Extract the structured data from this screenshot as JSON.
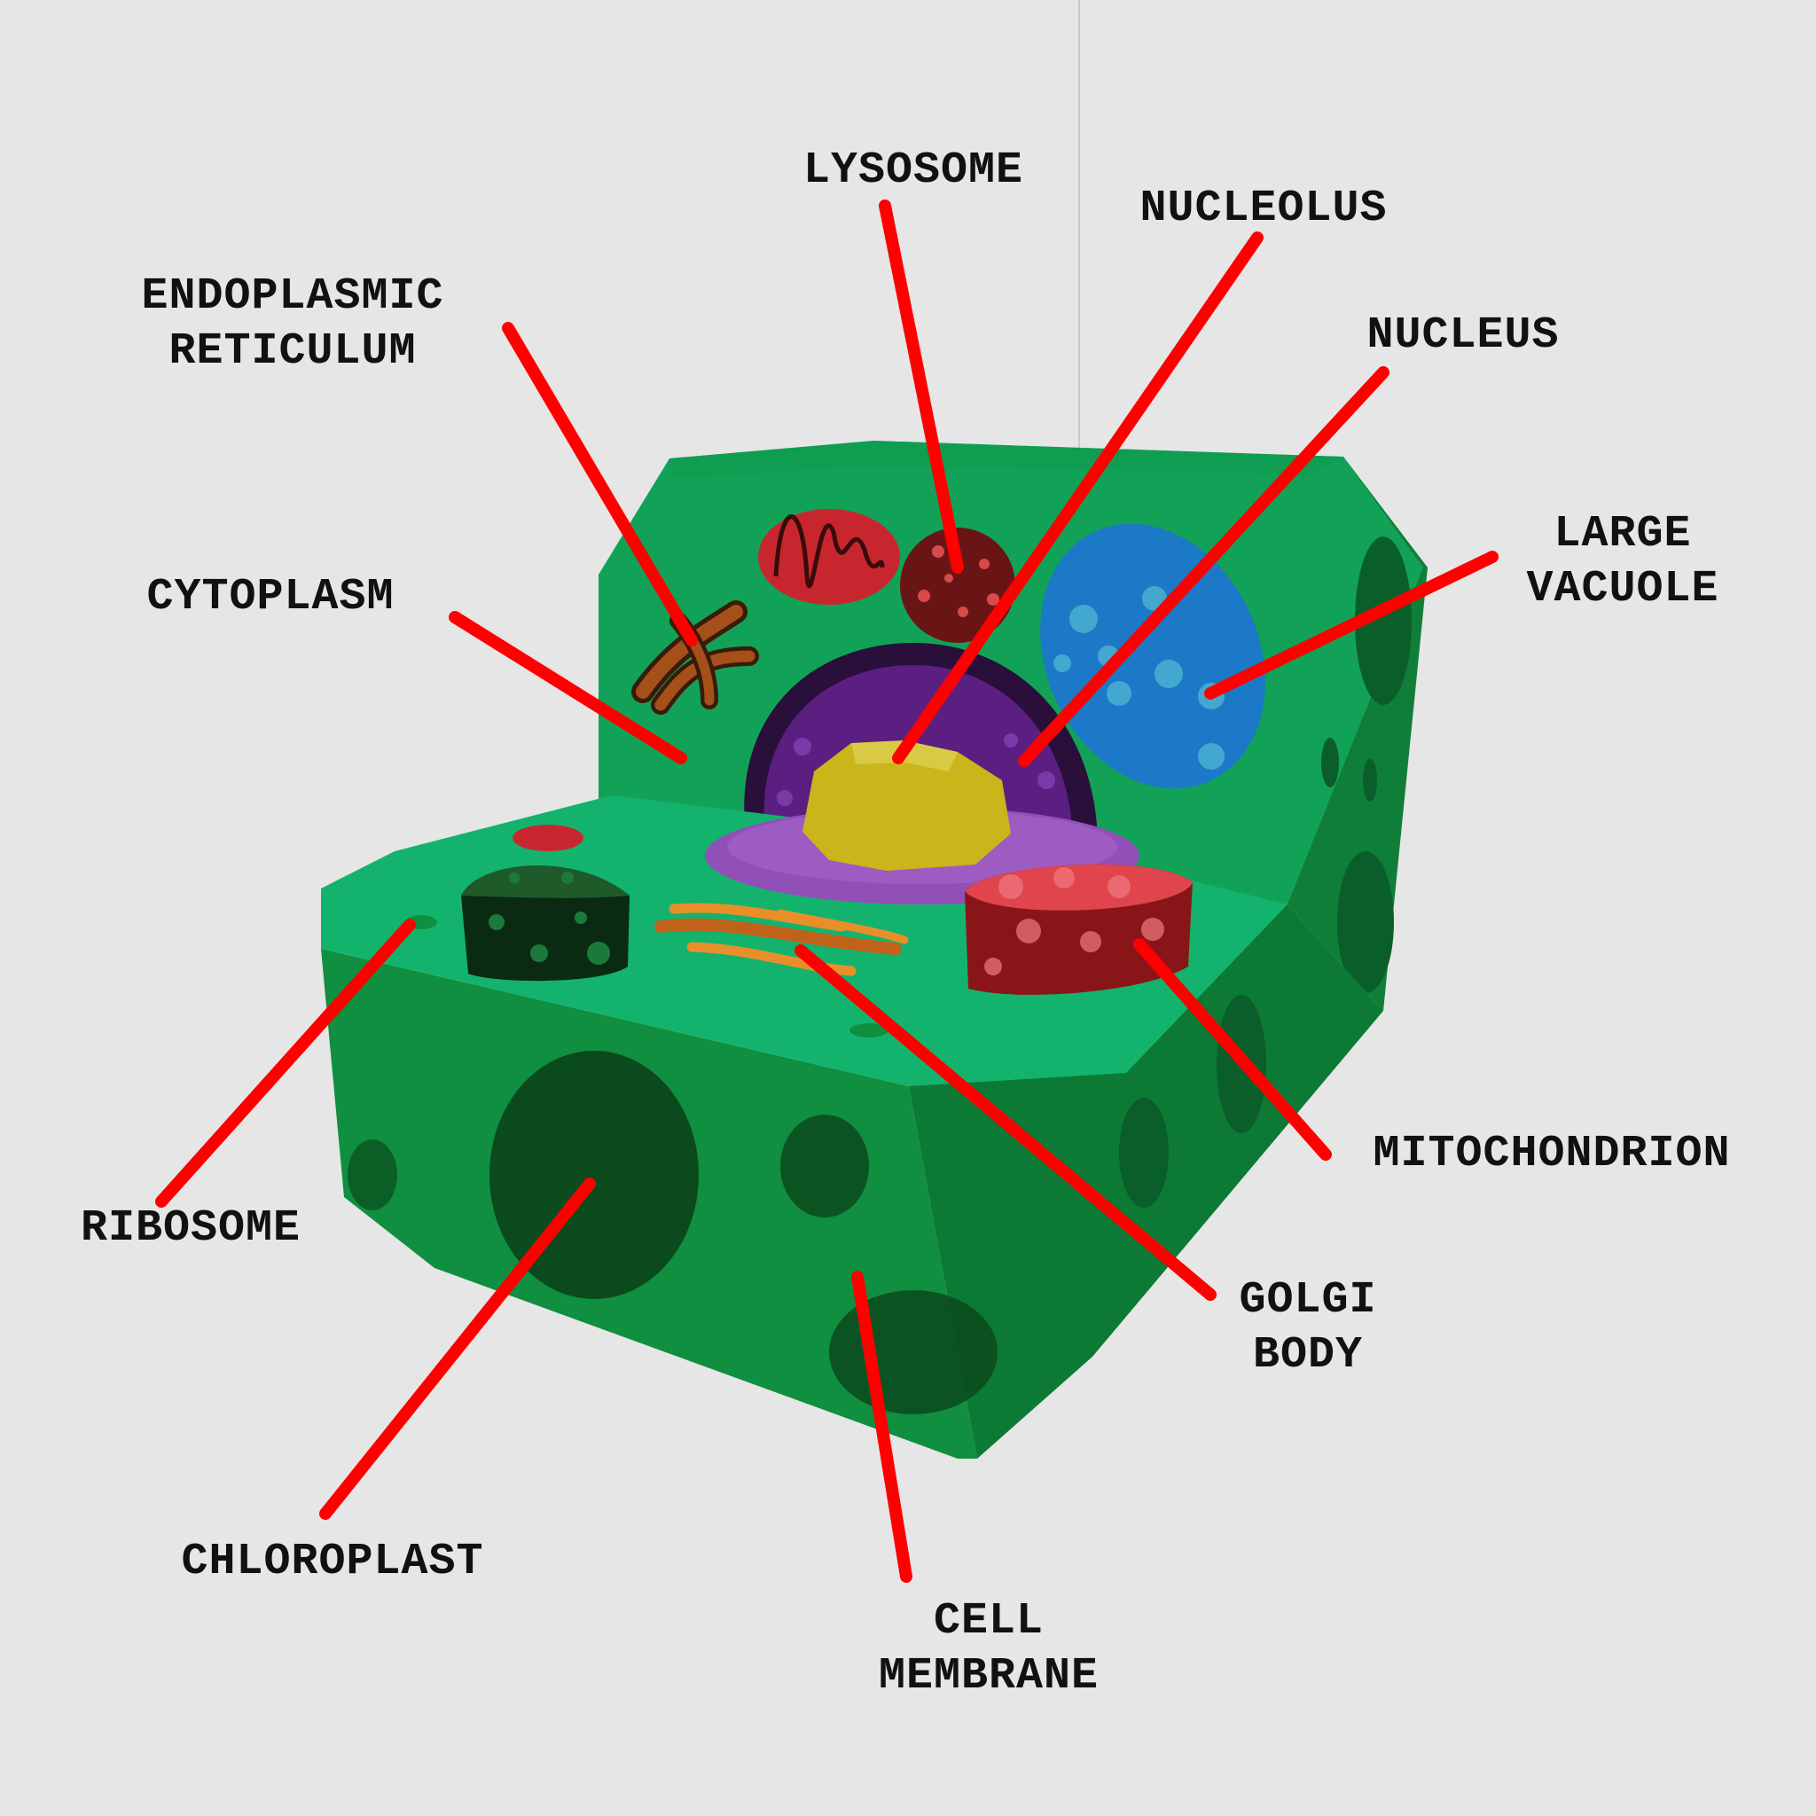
{
  "colors": {
    "background": "#e6e6e6",
    "leader": "#ff0000",
    "cell_top": "#13b36e",
    "cell_side": "#0f8f3f",
    "nucleus_outer": "#2a0f3a",
    "nucleus_inner": "#5b1f82",
    "nucleolus": "#c8b61a",
    "vacuole": "#1c79c8",
    "mitochondrion": "#c8262e",
    "chloroplast": "#0b3d18",
    "golgi": "#e88f2a",
    "er": "#8a3a12"
  },
  "labels": {
    "lysosome": "LYSOSOME",
    "nucleolus": "NUCLEOLUS",
    "er_line1": "ENDOPLASMIC",
    "er_line2": "RETICULUM",
    "nucleus": "NUCLEUS",
    "vacuole_line1": "LARGE",
    "vacuole_line2": "VACUOLE",
    "cytoplasm": "CYTOPLASM",
    "mitochondrion": "MITOCHONDRION",
    "ribosome": "RIBOSOME",
    "golgi_line1": "GOLGI",
    "golgi_line2": "BODY",
    "chloroplast": "CHLOROPLAST",
    "membrane_line1": "CELL",
    "membrane_line2": "MEMBRANE"
  }
}
